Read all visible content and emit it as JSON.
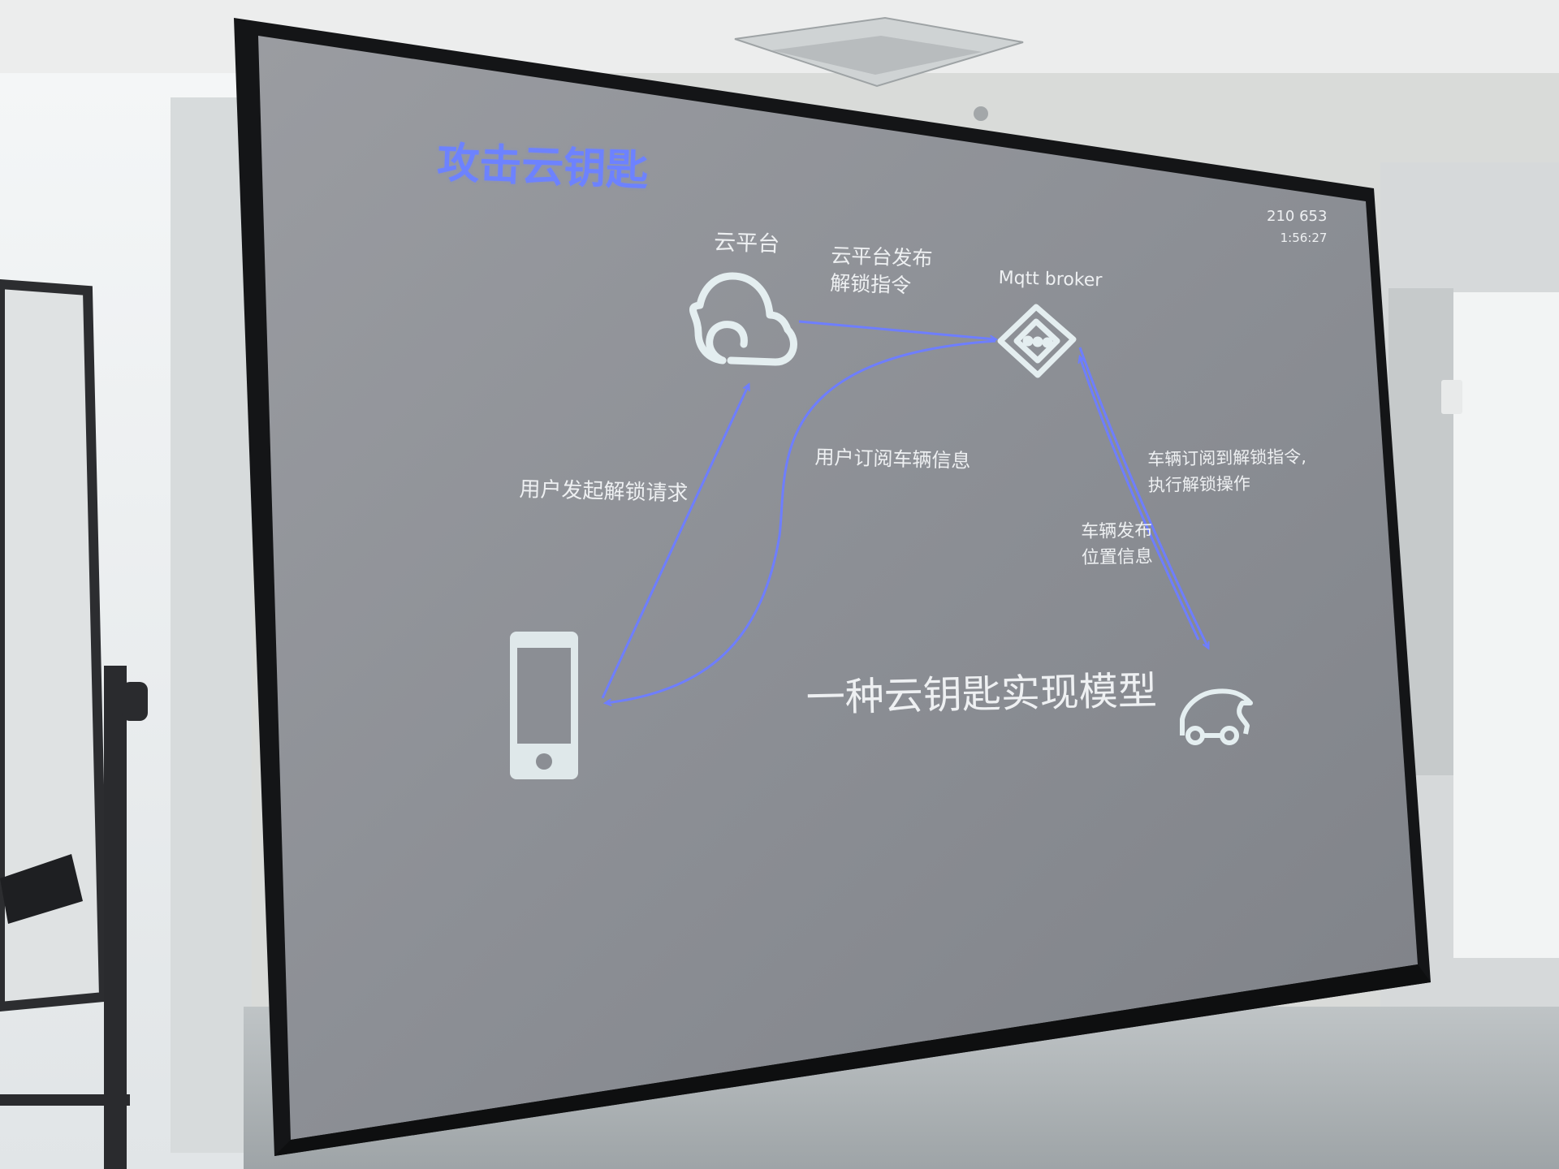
{
  "slide": {
    "title": "攻击云钥匙",
    "counter": "210 653",
    "timer": "1:56:27",
    "labels": {
      "cloud": "云平台",
      "cloud_publish": "云平台发布\n解锁指令",
      "broker": "Mqtt broker",
      "user_request": "用户发起解锁请求",
      "user_subscribe": "用户订阅车辆信息",
      "car_subscribe": "车辆订阅到解锁指令,\n执行解锁操作",
      "car_publish": "车辆发布\n位置信息"
    },
    "caption": "一种云钥匙实现模型",
    "icons": [
      "cloud-icon",
      "broker-icon",
      "phone-icon",
      "car-icon"
    ],
    "colors": {
      "title": "#6d82ff",
      "arrow": "#6e7eff",
      "screen": "#8a8d93",
      "text": "#eef0f2"
    }
  }
}
